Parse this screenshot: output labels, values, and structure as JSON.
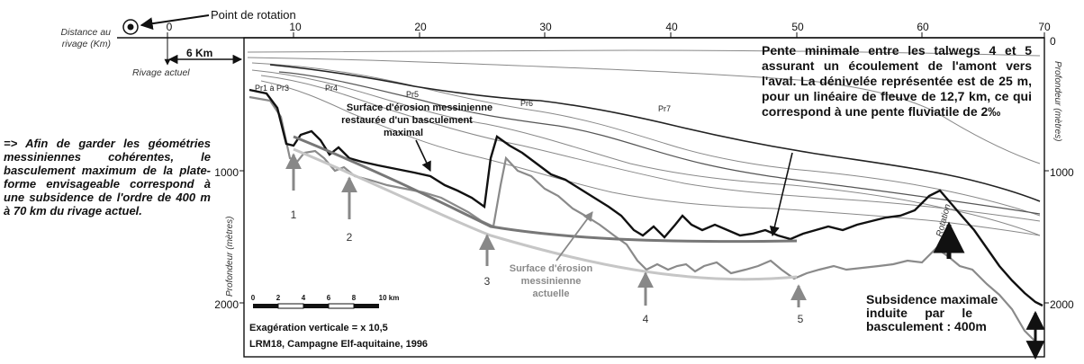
{
  "header": {
    "point_rotation": "Point de rotation",
    "distance_label": "Distance au rivage (Km)",
    "rivage_actuel": "Rivage actuel",
    "six_km": "6 Km"
  },
  "axes": {
    "x_ticks": [
      "0",
      "10",
      "20",
      "30",
      "40",
      "50",
      "60",
      "70"
    ],
    "y_left_ticks": [
      "1000",
      "2000"
    ],
    "y_right_ticks": [
      "0",
      "1000",
      "2000"
    ],
    "y_left_label": "Profondeur (mètres)",
    "y_right_label": "Profondeur (mètres)"
  },
  "profiles": {
    "pr1_3": "Pr1 à Pr3",
    "pr4": "Pr4",
    "pr5": "Pr5",
    "pr6": "Pr6",
    "pr7": "Pr7"
  },
  "annotations": {
    "surface_restauree": "Surface d'érosion messinienne restaurée d'un basculement maximal",
    "surface_actuelle": "Surface d'érosion messinienne actuelle",
    "rotation": "Rotation",
    "talwegs": [
      "1",
      "2",
      "3",
      "4",
      "5"
    ]
  },
  "note_left": "=> Afin de garder les géométries messiniennes cohérentes, le basculement maximum de la plate-forme envisageable correspond à une subsidence de l'ordre de 400 m à 70 km du rivage actuel.",
  "note_right": "Pente minimale entre les talwegs 4 et 5 assurant un écoulement de l'amont vers l'aval. La dénivelée représentée est de 25 m, pour un linéaire de fleuve de 12,7 km, ce qui correspond à une pente fluviatile de 2‰",
  "note_subsidence": [
    "Subsidence maximale",
    "induite par le",
    "basculement : 400m"
  ],
  "scale_bar": {
    "ticks": [
      "0",
      "2",
      "4",
      "6",
      "8",
      "10 km"
    ]
  },
  "footer": {
    "exageration": "Exagération verticale = x 10,5",
    "source": "LRM18, Campagne Elf-aquitaine, 1996"
  }
}
